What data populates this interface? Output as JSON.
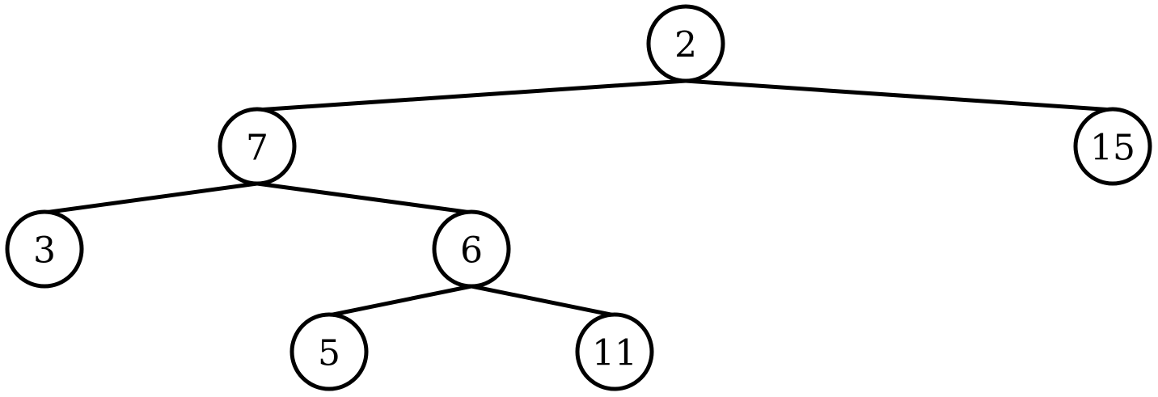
{
  "tree": {
    "nodes": [
      {
        "id": "n2",
        "label": "2"
      },
      {
        "id": "n7",
        "label": "7"
      },
      {
        "id": "n15",
        "label": "15"
      },
      {
        "id": "n3",
        "label": "3"
      },
      {
        "id": "n6",
        "label": "6"
      },
      {
        "id": "n5",
        "label": "5"
      },
      {
        "id": "n11",
        "label": "11"
      }
    ],
    "edges": [
      {
        "from": "n2",
        "to": "n7"
      },
      {
        "from": "n2",
        "to": "n15"
      },
      {
        "from": "n7",
        "to": "n3"
      },
      {
        "from": "n7",
        "to": "n6"
      },
      {
        "from": "n6",
        "to": "n5"
      },
      {
        "from": "n6",
        "to": "n11"
      }
    ]
  },
  "colors": {
    "stroke": "#000000",
    "fill": "#ffffff"
  }
}
